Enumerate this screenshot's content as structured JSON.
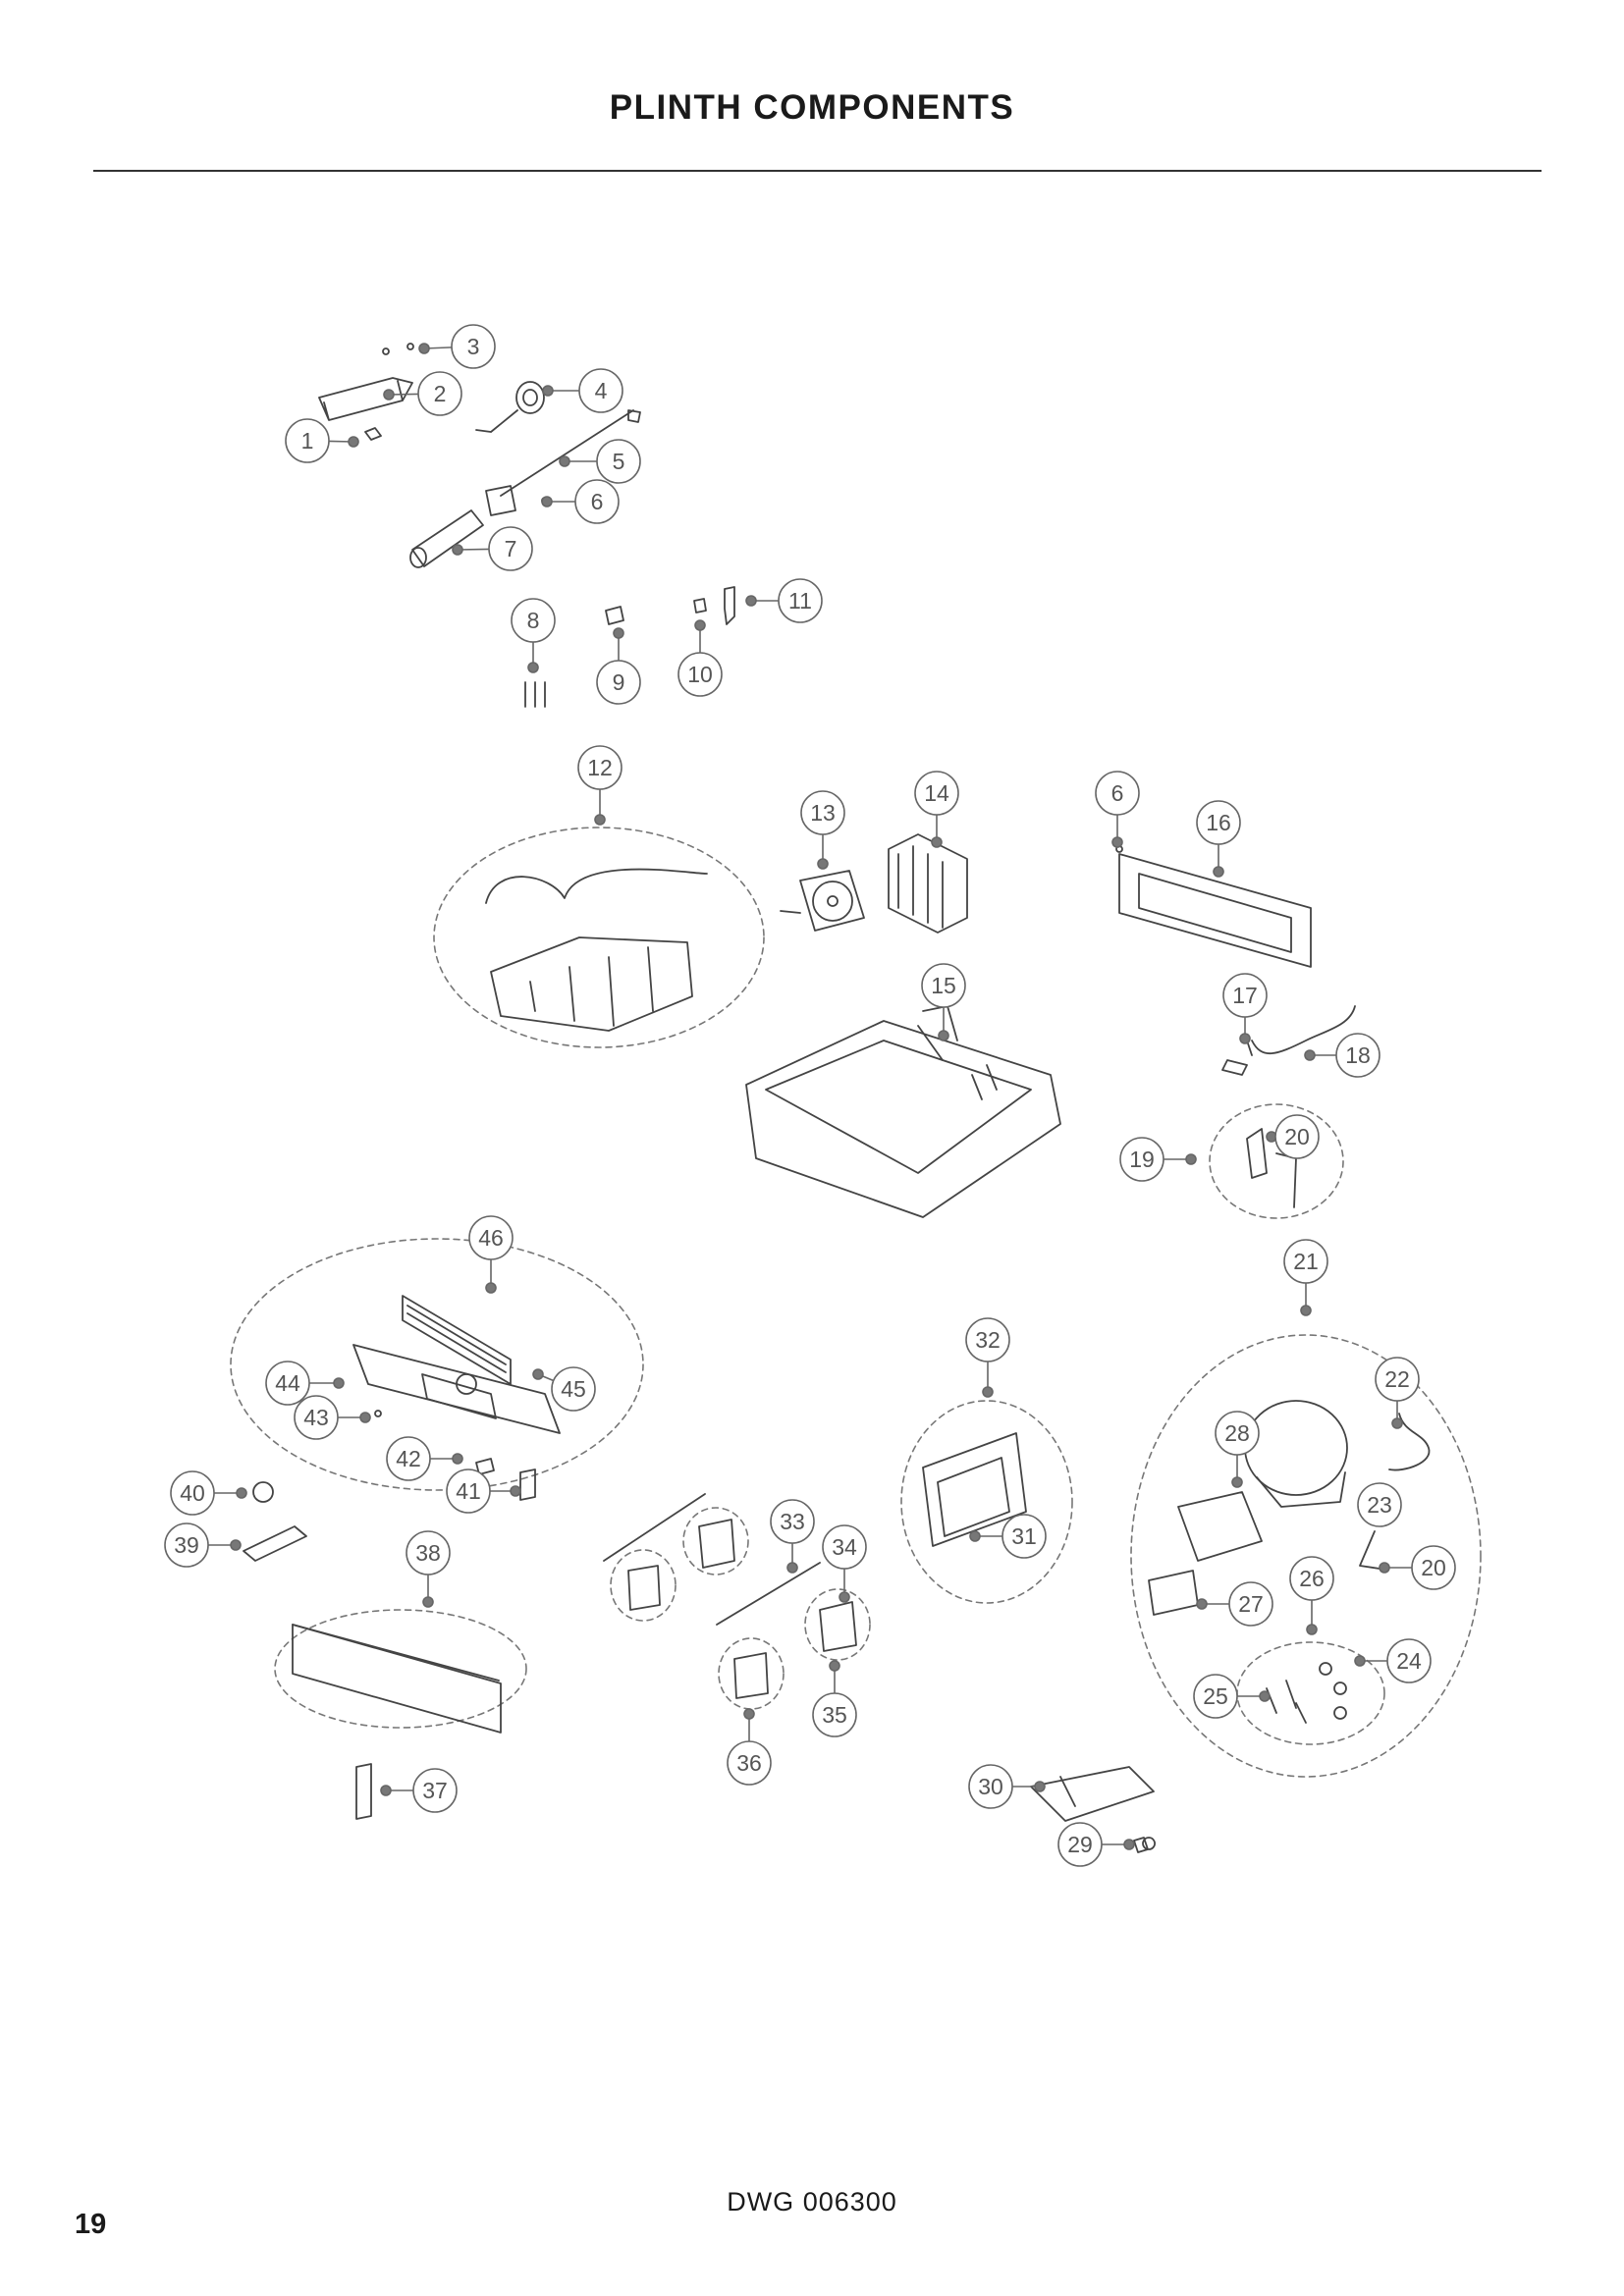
{
  "title": "PLINTH COMPONENTS",
  "drawing_number": "DWG 006300",
  "page_number": "19",
  "callouts": [
    "1",
    "2",
    "3",
    "4",
    "5",
    "6",
    "7",
    "8",
    "9",
    "10",
    "11",
    "12",
    "13",
    "14",
    "6",
    "16",
    "15",
    "17",
    "18",
    "19",
    "20",
    "46",
    "21",
    "32",
    "22",
    "44",
    "45",
    "43",
    "28",
    "42",
    "41",
    "40",
    "23",
    "33",
    "39",
    "34",
    "31",
    "38",
    "20",
    "27",
    "26",
    "24",
    "25",
    "35",
    "36",
    "30",
    "37",
    "29"
  ]
}
